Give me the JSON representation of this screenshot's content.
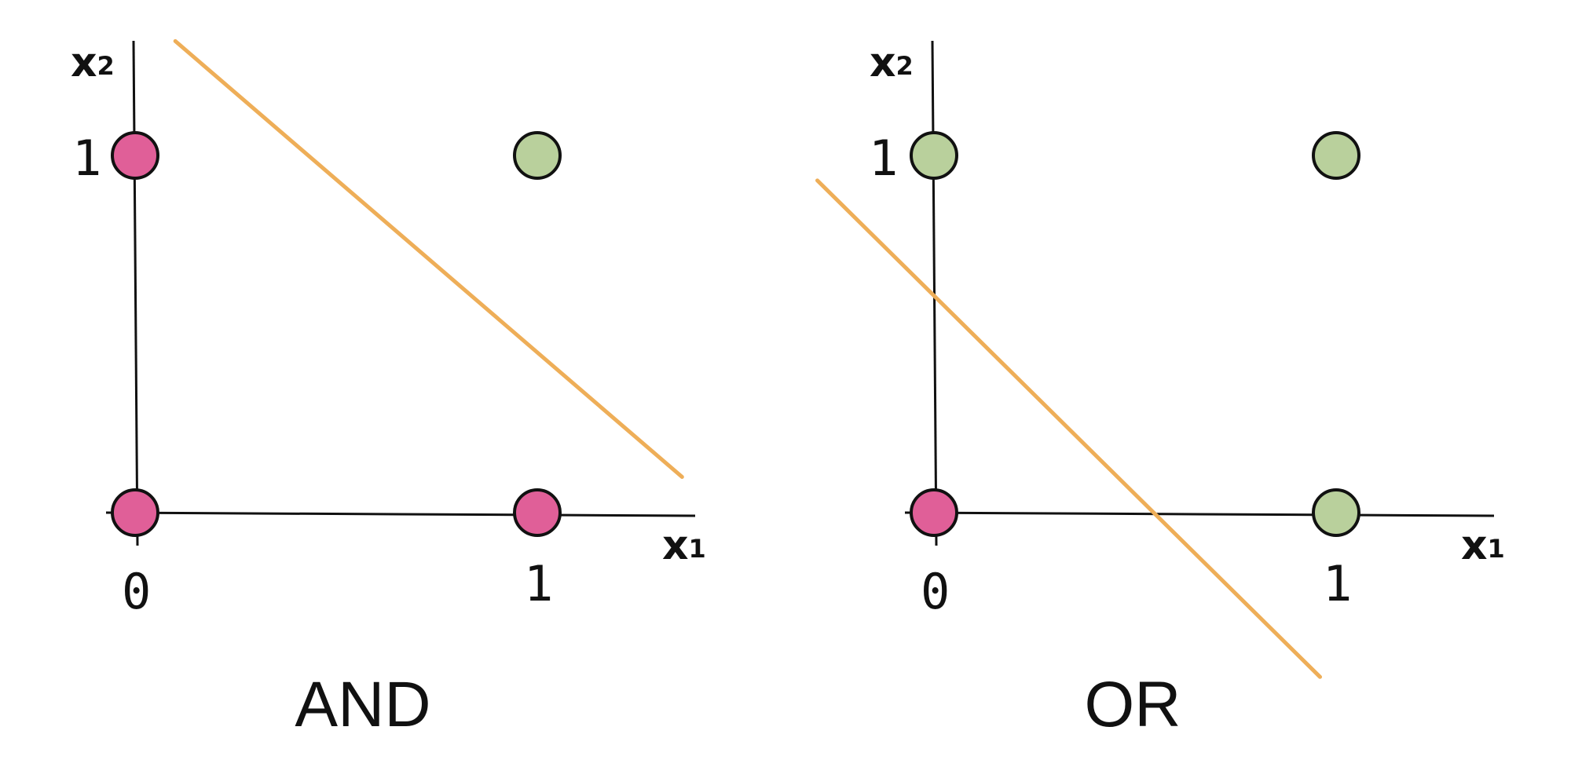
{
  "colors": {
    "class_0": "#e05f98",
    "class_1": "#b9d09c",
    "boundary": "#eeae58",
    "axis": "#111111"
  },
  "chart_data": [
    {
      "type": "scatter",
      "title": "AND",
      "xlabel": "x",
      "xlabel_sub": "1",
      "ylabel": "x",
      "ylabel_sub": "2",
      "x_ticks": [
        "0",
        "1"
      ],
      "y_ticks": [
        "1"
      ],
      "points": [
        {
          "x": 0,
          "y": 1,
          "class": 0
        },
        {
          "x": 1,
          "y": 1,
          "class": 1
        },
        {
          "x": 0,
          "y": 0,
          "class": 0
        },
        {
          "x": 1,
          "y": 0,
          "class": 0
        }
      ],
      "boundary": {
        "from": [
          0.1,
          1.32
        ],
        "to": [
          1.36,
          0.1
        ]
      }
    },
    {
      "type": "scatter",
      "title": "OR",
      "xlabel": "x",
      "xlabel_sub": "1",
      "ylabel": "x",
      "ylabel_sub": "2",
      "x_ticks": [
        "0",
        "1"
      ],
      "y_ticks": [
        "1"
      ],
      "points": [
        {
          "x": 0,
          "y": 1,
          "class": 1
        },
        {
          "x": 1,
          "y": 1,
          "class": 1
        },
        {
          "x": 0,
          "y": 0,
          "class": 0
        },
        {
          "x": 1,
          "y": 0,
          "class": 1
        }
      ],
      "boundary": {
        "from": [
          -0.29,
          0.93
        ],
        "to": [
          0.96,
          -0.46
        ]
      }
    }
  ]
}
